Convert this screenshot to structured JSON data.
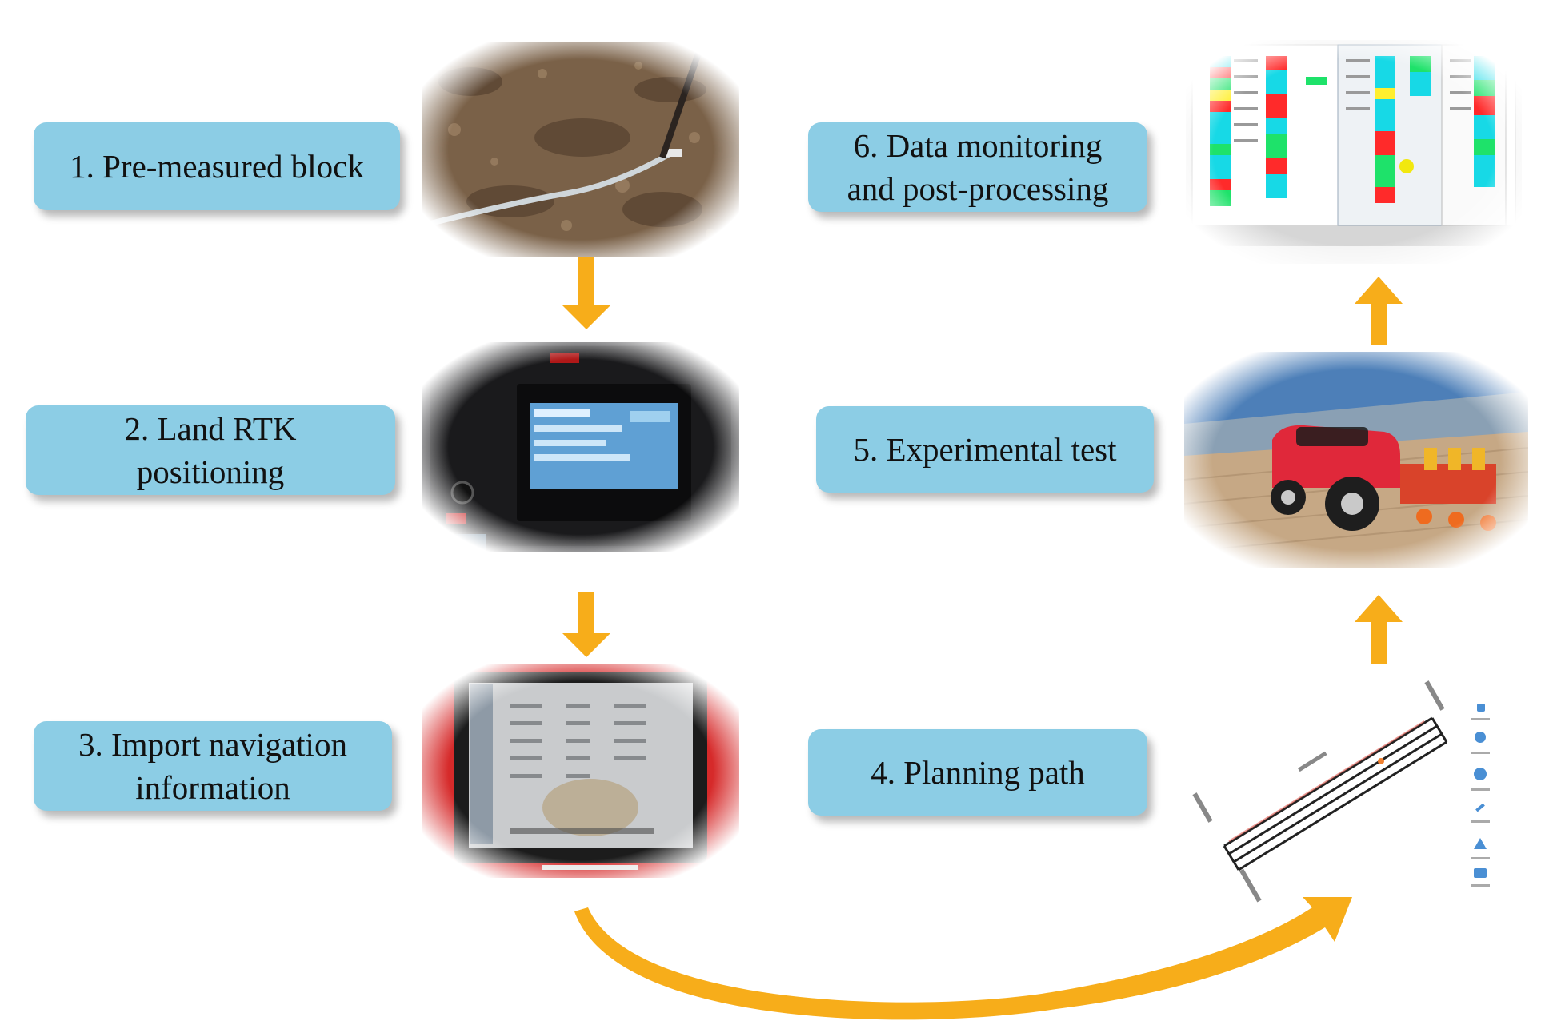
{
  "steps": [
    {
      "id": 1,
      "label": "1. Pre-measured block"
    },
    {
      "id": 2,
      "label": "2. Land RTK\npositioning"
    },
    {
      "id": 3,
      "label": "3. Import navigation\ninformation"
    },
    {
      "id": 4,
      "label": "4. Planning path"
    },
    {
      "id": 5,
      "label": "5. Experimental test"
    },
    {
      "id": 6,
      "label": "6. Data monitoring\nand post-processing"
    }
  ],
  "photos": {
    "soil": {
      "icon": "soil-photo-icon"
    },
    "rtk_terminal": {
      "icon": "rtk-terminal-photo-icon"
    },
    "tablet": {
      "icon": "navigation-tablet-photo-icon"
    },
    "path_plan": {
      "icon": "planned-path-diagram-icon"
    },
    "tractor": {
      "icon": "red-tractor-photo-icon"
    },
    "software": {
      "icon": "monitoring-software-screenshot-icon"
    }
  },
  "colors": {
    "label_fill": "#8ccde5",
    "arrow": "#f7ad1a",
    "curve": "#f0a818"
  }
}
